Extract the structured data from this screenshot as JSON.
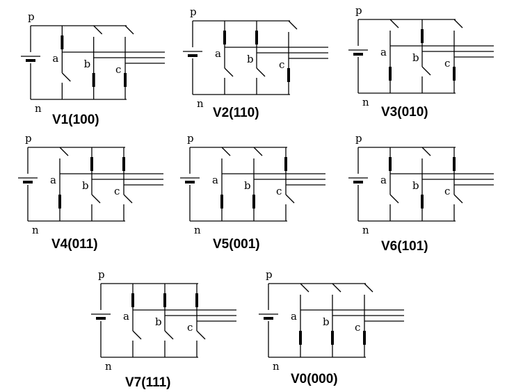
{
  "terminals": {
    "p": "p",
    "n": "n"
  },
  "phase_labels": [
    "a",
    "b",
    "c"
  ],
  "vectors": [
    {
      "title": "V1(100)",
      "state": [
        1,
        0,
        0
      ]
    },
    {
      "title": "V2(110)",
      "state": [
        1,
        1,
        0
      ]
    },
    {
      "title": "V3(010)",
      "state": [
        0,
        1,
        0
      ]
    },
    {
      "title": "V4(011)",
      "state": [
        0,
        1,
        1
      ]
    },
    {
      "title": "V5(001)",
      "state": [
        0,
        0,
        1
      ]
    },
    {
      "title": "V6(101)",
      "state": [
        1,
        0,
        1
      ]
    },
    {
      "title": "V7(111)",
      "state": [
        1,
        1,
        1
      ]
    },
    {
      "title": "V0(000)",
      "state": [
        0,
        0,
        0
      ]
    }
  ]
}
